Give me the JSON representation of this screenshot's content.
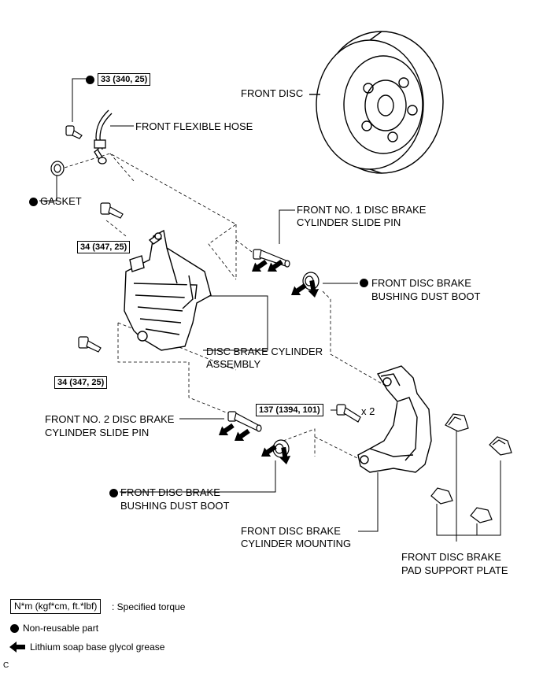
{
  "labels": {
    "front_disc": "FRONT DISC",
    "front_flexible_hose": "FRONT FLEXIBLE HOSE",
    "gasket": "GASKET",
    "slide_pin_1_line1": "FRONT NO. 1 DISC BRAKE",
    "slide_pin_1_line2": "CYLINDER SLIDE PIN",
    "dust_boot_upper_line1": "FRONT DISC BRAKE",
    "dust_boot_upper_line2": "BUSHING DUST BOOT",
    "cylinder_assembly_line1": "DISC BRAKE CYLINDER",
    "cylinder_assembly_line2": "ASSEMBLY",
    "slide_pin_2_line1": "FRONT NO. 2 DISC BRAKE",
    "slide_pin_2_line2": "CYLINDER SLIDE PIN",
    "dust_boot_lower_line1": "FRONT DISC BRAKE",
    "dust_boot_lower_line2": "BUSHING DUST BOOT",
    "mounting_line1": "FRONT DISC BRAKE",
    "mounting_line2": "CYLINDER MOUNTING",
    "support_plate_line1": "FRONT DISC BRAKE",
    "support_plate_line2": "PAD SUPPORT PLATE",
    "x2": "x 2"
  },
  "torques": {
    "hose_bolt": "33 (340, 25)",
    "upper_cyl_bolt": "34 (347, 25)",
    "lower_cyl_bolt": "34 (347, 25)",
    "mounting_bolt": "137 (1394, 101)"
  },
  "legend": {
    "torque_unit": "N*m (kgf*cm, ft.*lbf)",
    "torque_desc": ": Specified torque",
    "non_reusable": "Non-reusable part",
    "grease": "Lithium soap base glycol grease"
  },
  "corner_code": "C"
}
